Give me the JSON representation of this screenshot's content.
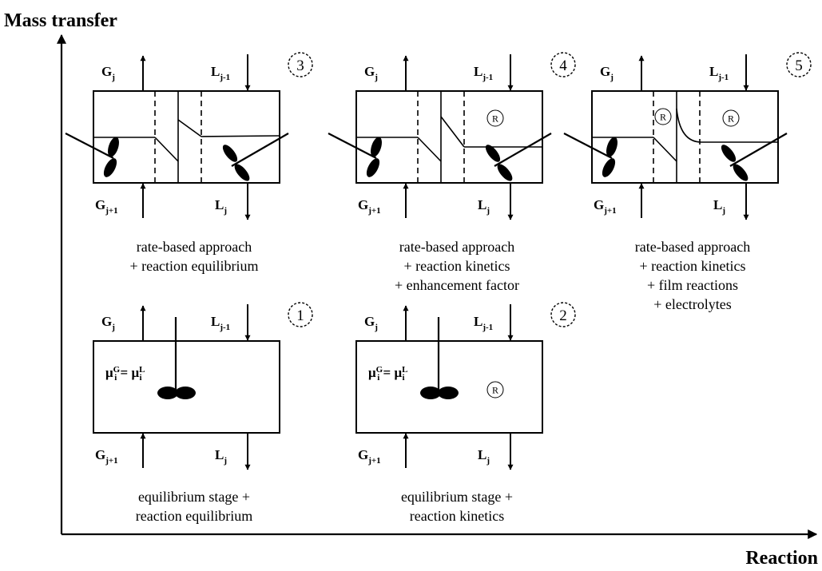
{
  "axes": {
    "y_label": "Mass transfer",
    "x_label": "Reaction"
  },
  "flow_labels": {
    "gas_out": "G",
    "gas_out_sub": "j",
    "liquid_in": "L",
    "liquid_in_sub": "j-1",
    "gas_in": "G",
    "gas_in_sub": "j+1",
    "liquid_out": "L",
    "liquid_out_sub": "j"
  },
  "reaction_marker": "R",
  "equilibrium_equation": {
    "left": "μ",
    "left_sub": "i",
    "left_sup": "G",
    "equals": "=",
    "right": "μ",
    "right_sub": "i",
    "right_sup": "L"
  },
  "models": [
    {
      "number": "1",
      "caption_lines": [
        "equilibrium stage +",
        "reaction equilibrium"
      ]
    },
    {
      "number": "2",
      "caption_lines": [
        "equilibrium stage +",
        "reaction kinetics"
      ]
    },
    {
      "number": "3",
      "caption_lines": [
        "rate-based approach",
        "+ reaction equilibrium"
      ]
    },
    {
      "number": "4",
      "caption_lines": [
        "rate-based approach",
        "+ reaction kinetics",
        "+ enhancement factor"
      ]
    },
    {
      "number": "5",
      "caption_lines": [
        "rate-based approach",
        "+ reaction kinetics",
        "+ film reactions",
        "+ electrolytes"
      ]
    }
  ]
}
